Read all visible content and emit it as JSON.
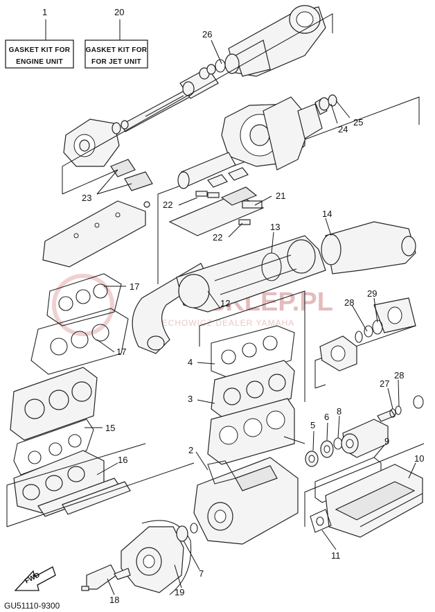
{
  "labels": {
    "box_1_num": "1",
    "box_1_line1": "GASKET KIT FOR",
    "box_1_line2": "ENGINE UNIT",
    "box_20_num": "20",
    "box_20_line1": "GASKET KIT FOR",
    "box_20_line2": "FOR JET UNIT",
    "n2": "2",
    "n3": "3",
    "n4": "4",
    "n5": "5",
    "n6": "6",
    "n7": "7",
    "n8": "8",
    "n9": "9",
    "n10": "10",
    "n11": "11",
    "n12": "12",
    "n13": "13",
    "n14": "14",
    "n15": "15",
    "n16": "16",
    "n17a": "17",
    "n17b": "17",
    "n18": "18",
    "n19": "19",
    "n21": "21",
    "n22a": "22",
    "n22b": "22",
    "n23": "23",
    "n24": "24",
    "n25": "25",
    "n26": "26",
    "n27": "27",
    "n28a": "28",
    "n28b": "28",
    "n29": "29"
  },
  "fwd_label": "FWD",
  "diagram_code": "GU51110-9300",
  "watermark": {
    "main": "SKLEP.PL",
    "sub": "WOJCIECHOWICZ DEALER YAMAHA"
  },
  "colors": {
    "line": "#222222",
    "watermark": "#e4bcbc",
    "background": "#ffffff"
  }
}
